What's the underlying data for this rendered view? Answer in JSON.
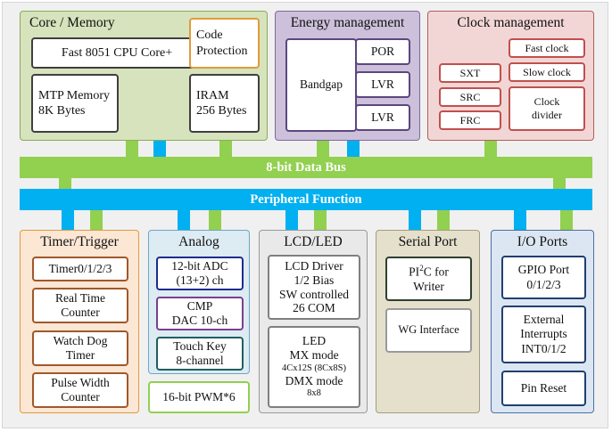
{
  "colors": {
    "data_bus": "#92d050",
    "peripheral_bus": "#00b0f0",
    "core_fill": "#d6e3bc",
    "energy_fill": "#ccc0da",
    "clock_fill": "#f2d6d6",
    "timer_fill": "#fce6d4",
    "analog_fill": "#ddebf2",
    "lcd_fill": "#e9e9e9",
    "serial_fill": "#e4e0cc",
    "io_fill": "#dce6f2"
  },
  "core": {
    "title": "Core / Memory",
    "cpu": "Fast 8051 CPU Core+",
    "code_protection": [
      "Code",
      "Protection"
    ],
    "mtp": [
      "MTP Memory",
      "8K Bytes"
    ],
    "iram": [
      "IRAM",
      "256 Bytes"
    ]
  },
  "energy": {
    "title": "Energy management",
    "bandgap": "Bandgap",
    "por": "POR",
    "lvr1": "LVR",
    "lvr2": "LVR"
  },
  "clock": {
    "title": "Clock management",
    "fast": "Fast clock",
    "slow": "Slow clock",
    "divider": [
      "Clock",
      "divider"
    ],
    "sxt": "SXT",
    "src": "SRC",
    "frc": "FRC"
  },
  "buses": {
    "data_bus": "8-bit Data Bus",
    "peripheral": "Peripheral Function"
  },
  "timer": {
    "title": "Timer/Trigger",
    "items": [
      [
        "Timer0/1/2/3"
      ],
      [
        "Real Time",
        "Counter"
      ],
      [
        "Watch Dog",
        "Timer"
      ],
      [
        "Pulse Width",
        "Counter"
      ]
    ]
  },
  "analog": {
    "title": "Analog",
    "adc": [
      "12-bit ADC",
      "(13+2) ch"
    ],
    "cmp": [
      "CMP",
      "DAC 10-ch"
    ],
    "touch": [
      "Touch Key",
      "8-channel"
    ],
    "pwm": "16-bit PWM*6"
  },
  "lcd": {
    "title": "LCD/LED",
    "driver": [
      "LCD Driver",
      "1/2 Bias",
      "SW controlled",
      "26 COM"
    ],
    "led": {
      "line1": "LED",
      "line2": "MX mode",
      "line3": "4Cx12S (8Cx8S)",
      "line4": "DMX mode",
      "line5": "8x8"
    }
  },
  "serial": {
    "title": "Serial Port",
    "pi2c_pre": "PI",
    "pi2c_sup": "2",
    "pi2c_post": "C for",
    "pi2c_line2": "Writer",
    "wg": "WG Interface"
  },
  "io": {
    "title": "I/O Ports",
    "gpio": [
      "GPIO Port",
      "0/1/2/3"
    ],
    "ext": [
      "External",
      "Interrupts",
      "INT0/1/2"
    ],
    "reset": "Pin Reset"
  }
}
